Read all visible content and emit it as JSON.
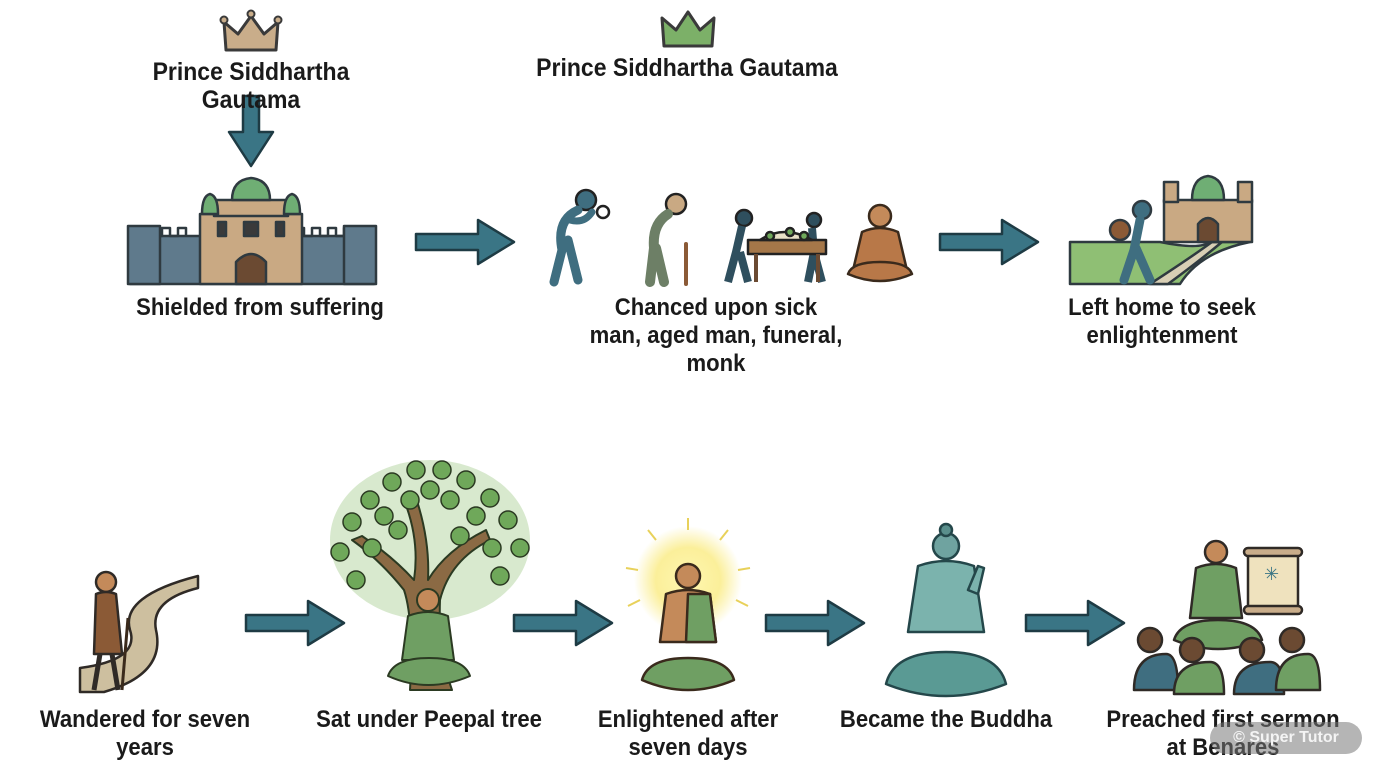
{
  "titles": {
    "left": "Prince Siddhartha Gautama",
    "center": "Prince Siddhartha Gautama"
  },
  "steps": [
    {
      "label": "Shielded from suffering"
    },
    {
      "label": "Chanced upon sick man, aged man, funeral, monk"
    },
    {
      "label": "Left home to seek enlightenment"
    },
    {
      "label": "Wandered for seven years"
    },
    {
      "label": "Sat under Peepal tree"
    },
    {
      "label": "Enlightened after seven days"
    },
    {
      "label": "Became the Buddha"
    },
    {
      "label": "Preached first sermon at Benares"
    }
  ],
  "watermark": "© Super Tutor",
  "colors": {
    "arrow": "#3a7585",
    "crown_tan": "#c9ad8a",
    "crown_green": "#7cb068",
    "palace_stone": "#5f7a8c",
    "palace_tan": "#c9a983",
    "dome_green": "#6fae74",
    "robe_green": "#6f9f63",
    "skin": "#c48a5a",
    "path": "#cdbf9f",
    "leaf": "#6fa85a"
  },
  "icons": [
    "crown-icon",
    "down-arrow-icon",
    "palace-icon",
    "right-arrow-icon",
    "sick-man-icon",
    "aged-man-icon",
    "funeral-icon",
    "monk-icon",
    "departing-man-icon",
    "wanderer-icon",
    "peepal-tree-icon",
    "glowing-buddha-icon",
    "buddha-statue-icon",
    "sermon-icon"
  ]
}
